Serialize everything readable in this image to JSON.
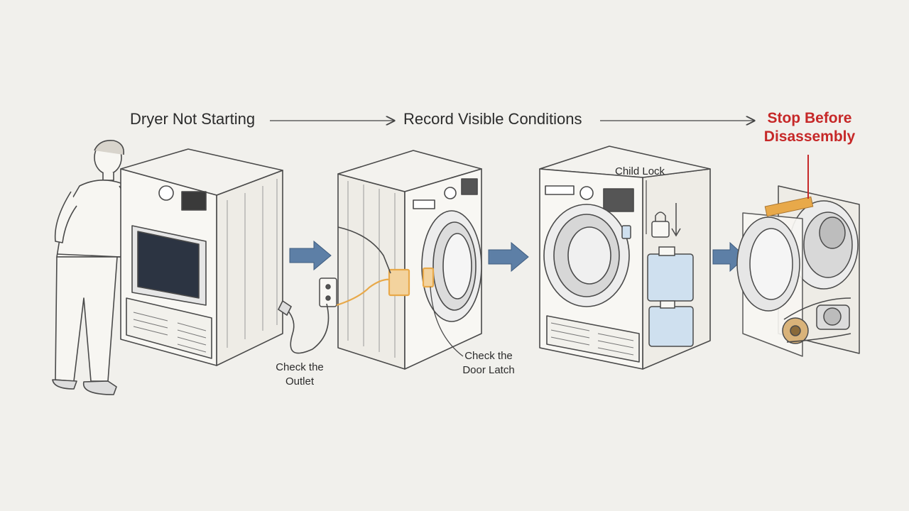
{
  "flow": {
    "step1": "Dryer Not Starting",
    "step2": "Record Visible Conditions",
    "step3_line1": "Stop Before",
    "step3_line2": "Disassembly"
  },
  "callouts": {
    "outlet_line1": "Check the",
    "outlet_line2": "Outlet",
    "door_line1": "Check the",
    "door_line2": "Door Latch",
    "child_lock": "Child Lock"
  },
  "colors": {
    "background": "#f1f0ec",
    "ink": "#2b2b2b",
    "warning": "#c62828",
    "highlight": "#e8a94a",
    "arrow_fill": "#5d7fa6",
    "water_tank": "#cfe0ef"
  }
}
